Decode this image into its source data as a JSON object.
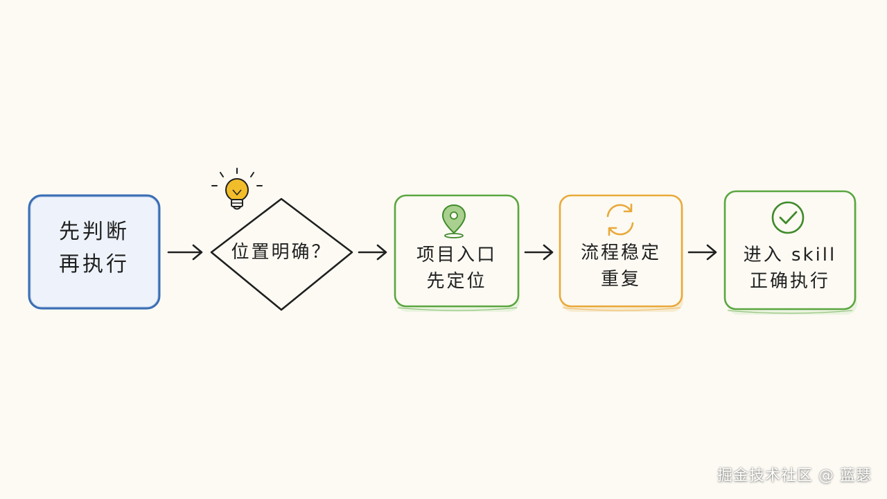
{
  "colors": {
    "background": "#fcfaf3",
    "blue": "#3a6db5",
    "blue_fill": "#eef3fb",
    "green": "#5aa640",
    "orange": "#e9a93a",
    "bulb": "#f2bd2a",
    "ink": "#1f1f1f"
  },
  "nodes": [
    {
      "shape": "rounded-box",
      "color": "blue",
      "lines": [
        "先判断",
        "再执行"
      ]
    },
    {
      "shape": "diamond",
      "color": "ink",
      "icon": "lightbulb-icon",
      "lines": [
        "位置明确？"
      ]
    },
    {
      "shape": "rounded-box",
      "color": "green",
      "icon": "location-pin-icon",
      "lines": [
        "项目入口",
        "先定位"
      ]
    },
    {
      "shape": "rounded-box",
      "color": "orange",
      "icon": "refresh-cycle-icon",
      "lines": [
        "流程稳定",
        "重复"
      ]
    },
    {
      "shape": "rounded-box",
      "color": "green",
      "icon": "check-circle-icon",
      "lines": [
        "进入 skill",
        "正确执行"
      ]
    }
  ],
  "arrows": [
    {
      "from": 0,
      "to": 1
    },
    {
      "from": 1,
      "to": 2
    },
    {
      "from": 2,
      "to": 3
    },
    {
      "from": 3,
      "to": 4
    }
  ],
  "watermark": "掘金技术社区 @ 蓝瑟"
}
